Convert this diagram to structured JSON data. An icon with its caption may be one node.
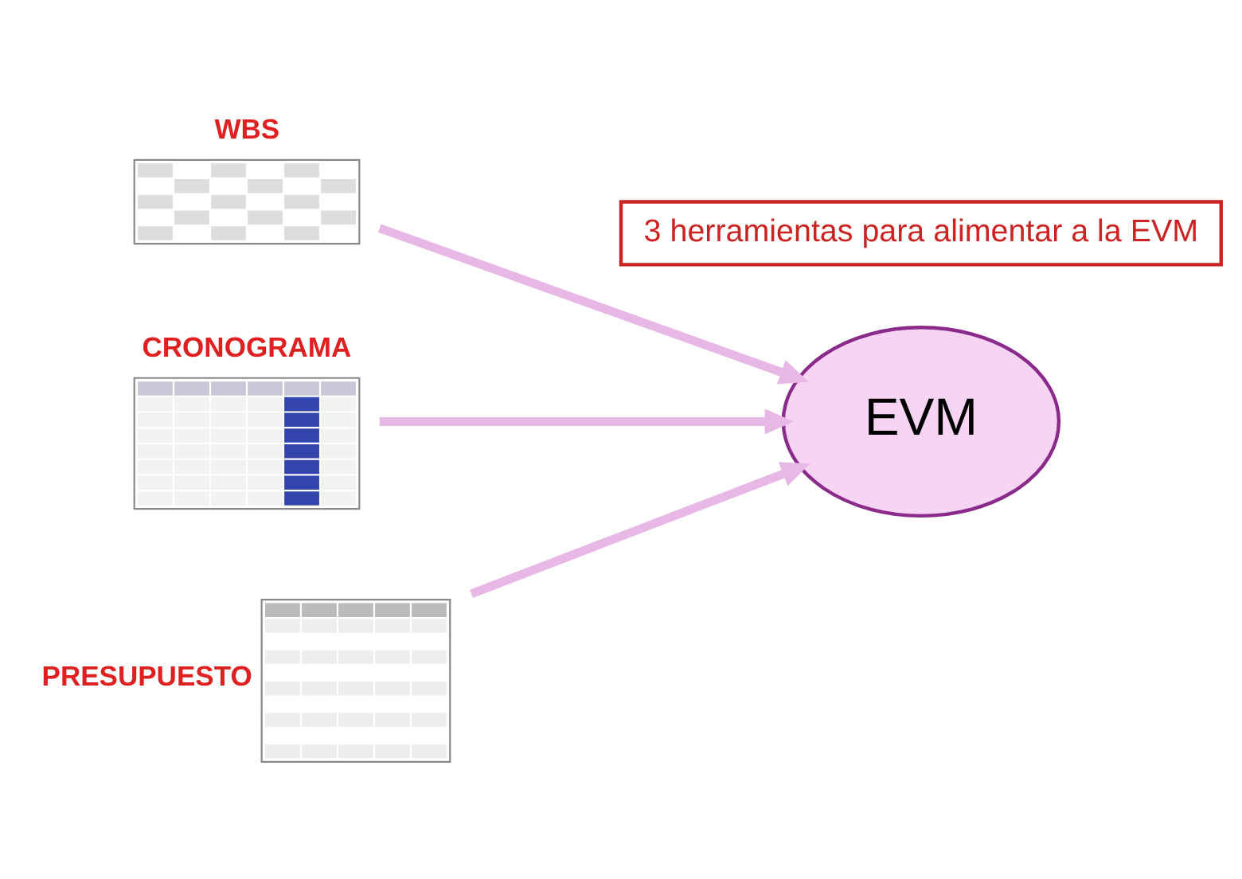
{
  "diagram": {
    "nodes": [
      {
        "text": [
          "WBS"
        ]
      },
      {
        "text": [
          "3 herramientas para alimentar a la EVM"
        ]
      },
      {
        "text": [
          "CRONOGRAMA"
        ]
      },
      {
        "text": [
          "EVM"
        ]
      },
      {
        "text": [
          "PRESUPUESTO"
        ]
      }
    ],
    "edges": [
      {
        "from": 0,
        "to": 3,
        "arrow": "to"
      },
      {
        "from": 2,
        "to": 3,
        "arrow": "to"
      },
      {
        "from": 4,
        "to": 3,
        "arrow": "to"
      }
    ]
  }
}
